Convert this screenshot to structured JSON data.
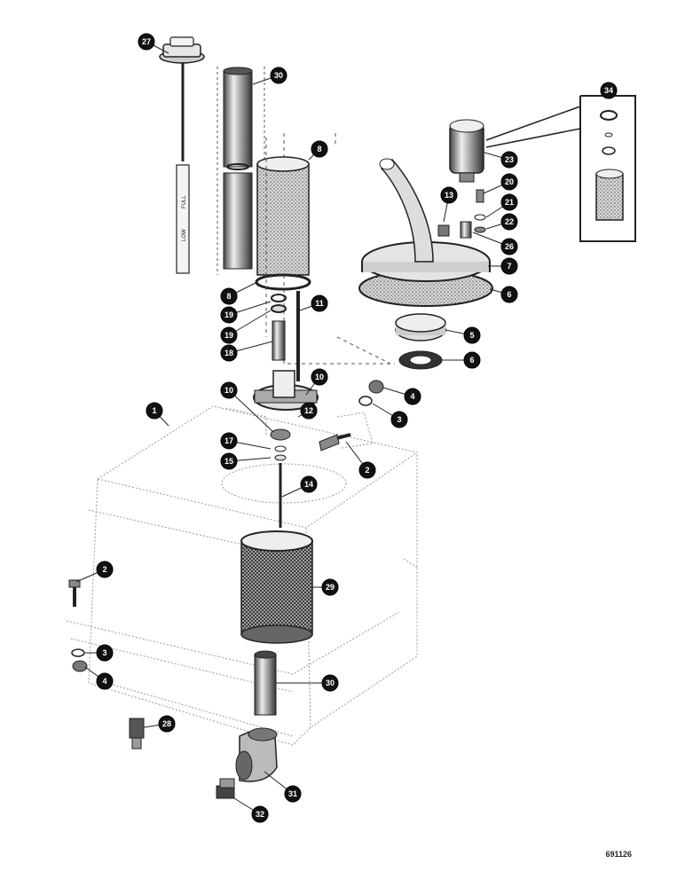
{
  "figure_number": "691126",
  "dipstick_marks": {
    "full": "FULL",
    "low": "LOW"
  },
  "callouts": [
    {
      "id": "27",
      "label": "27"
    },
    {
      "id": "30a",
      "label": "30"
    },
    {
      "id": "8a",
      "label": "8"
    },
    {
      "id": "34",
      "label": "34"
    },
    {
      "id": "23",
      "label": "23"
    },
    {
      "id": "13",
      "label": "13"
    },
    {
      "id": "20",
      "label": "20"
    },
    {
      "id": "21",
      "label": "21"
    },
    {
      "id": "22",
      "label": "22"
    },
    {
      "id": "26",
      "label": "26"
    },
    {
      "id": "7",
      "label": "7"
    },
    {
      "id": "6a",
      "label": "6"
    },
    {
      "id": "5",
      "label": "5"
    },
    {
      "id": "6b",
      "label": "6"
    },
    {
      "id": "8b",
      "label": "8"
    },
    {
      "id": "19a",
      "label": "19"
    },
    {
      "id": "11",
      "label": "11"
    },
    {
      "id": "19b",
      "label": "19"
    },
    {
      "id": "18",
      "label": "18"
    },
    {
      "id": "10a",
      "label": "10"
    },
    {
      "id": "4a",
      "label": "4"
    },
    {
      "id": "10b",
      "label": "10"
    },
    {
      "id": "3a",
      "label": "3"
    },
    {
      "id": "12",
      "label": "12"
    },
    {
      "id": "1",
      "label": "1"
    },
    {
      "id": "17",
      "label": "17"
    },
    {
      "id": "2a",
      "label": "2"
    },
    {
      "id": "15",
      "label": "15"
    },
    {
      "id": "14",
      "label": "14"
    },
    {
      "id": "2b",
      "label": "2"
    },
    {
      "id": "29",
      "label": "29"
    },
    {
      "id": "3b",
      "label": "3"
    },
    {
      "id": "4b",
      "label": "4"
    },
    {
      "id": "30b",
      "label": "30"
    },
    {
      "id": "28",
      "label": "28"
    },
    {
      "id": "31",
      "label": "31"
    },
    {
      "id": "32",
      "label": "32"
    }
  ]
}
